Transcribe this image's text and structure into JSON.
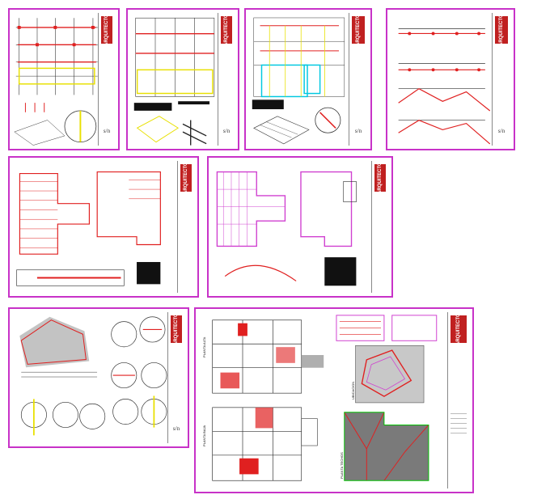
{
  "sheets": [
    {
      "id": "s1",
      "scale": "s/n",
      "logo": "ARQUITECTO"
    },
    {
      "id": "s2",
      "scale": "s/n",
      "logo": "ARQUITECTO"
    },
    {
      "id": "s3",
      "scale": "s/n",
      "logo": "ARQUITECTO"
    },
    {
      "id": "s4",
      "scale": "s/n",
      "logo": "ARQUITECTO"
    },
    {
      "id": "s5",
      "scale": "",
      "logo": "ARQUITECTO"
    },
    {
      "id": "s6",
      "scale": "",
      "logo": "ARQUITECTO"
    },
    {
      "id": "s7",
      "scale": "s/n",
      "logo": "ARQUITECTO"
    },
    {
      "id": "s8",
      "scale": "",
      "logo": "ARQUITECTO"
    }
  ],
  "plan_labels": {
    "planta_alta": "PLANTA ALTA",
    "planta_baja": "PLANTA BAJA",
    "planta_techos": "PLANTA TECHOS",
    "ubicacion": "UBICACION"
  },
  "colors": {
    "frame": "#c832c8",
    "structure": "#e02020",
    "accent_yellow": "#e8e000",
    "accent_cyan": "#00c8e0",
    "magenta": "#d040d0",
    "roof_gray": "#7a7a7a"
  }
}
